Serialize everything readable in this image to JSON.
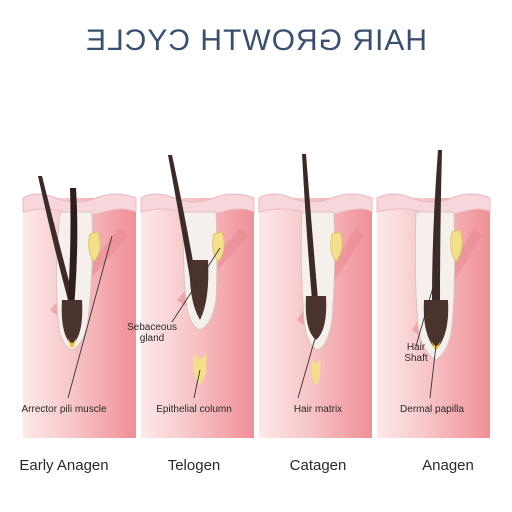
{
  "title": "HAIR GROWTH CYCLE",
  "colors": {
    "skin_deep": "#f2a0a6",
    "skin_light": "#fbe2e2",
    "epidermis": "#f7d7dc",
    "hair": "#3b2a26",
    "follicle": "#f6f0ec",
    "gland": "#f4e08a",
    "title": "#3a4f6e"
  },
  "panels": [
    {
      "stage": "Anagen",
      "labels": {
        "hair_shaft": "Hair\nShaft",
        "dermal_papilla": "Dermal papilla"
      }
    },
    {
      "stage": "Catagen",
      "labels": {
        "hair_matrix": "Hair matrix"
      }
    },
    {
      "stage": "Telogen",
      "labels": {
        "sebaceous_gland": "Sebaceous\ngland",
        "epithelial_column": "Epithelial column"
      }
    },
    {
      "stage": "Early Anagen",
      "labels": {
        "arrector_pili": "Arrector pili muscle"
      }
    }
  ]
}
